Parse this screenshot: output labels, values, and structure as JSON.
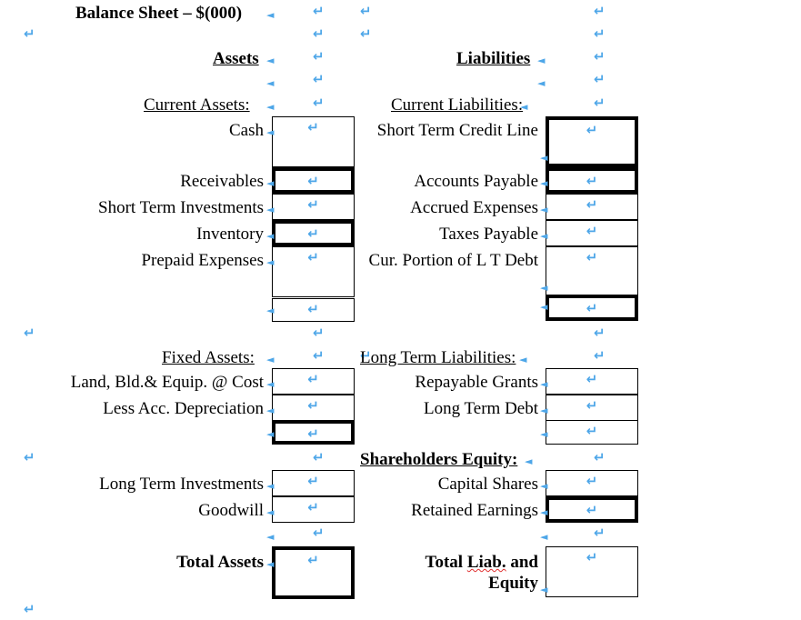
{
  "document": {
    "title": "Balance Sheet – $(000)",
    "formatting_marks_visible": true,
    "mark_color": "#4DA6E8",
    "spellcheck_color": "#e03030",
    "paragraph_mark": "↵",
    "tab_mark": "◄"
  },
  "headings": {
    "assets": "Assets",
    "liabilities": "Liabilities"
  },
  "sections": {
    "current_assets": "Current Assets:",
    "current_liabilities": "Current Liabilities:",
    "fixed_assets": "Fixed Assets:",
    "long_term_liabilities": "Long Term Liabilities:",
    "shareholders_equity": "Shareholders Equity:"
  },
  "assets": {
    "current": [
      {
        "label": "Cash",
        "value": "",
        "emphasis": "none"
      },
      {
        "label": "Receivables",
        "value": "",
        "emphasis": "thick"
      },
      {
        "label": "Short Term Investments",
        "value": "",
        "emphasis": "none"
      },
      {
        "label": "Inventory",
        "value": "",
        "emphasis": "thick"
      },
      {
        "label": "Prepaid Expenses",
        "value": "",
        "emphasis": "none"
      },
      {
        "label": "",
        "value": "",
        "emphasis": "none"
      }
    ],
    "fixed": [
      {
        "label": "Land, Bld.& Equip. @ Cost",
        "value": "",
        "emphasis": "none"
      },
      {
        "label": "Less Acc. Depreciation",
        "value": "",
        "emphasis": "none"
      },
      {
        "label": "",
        "value": "",
        "emphasis": "thick"
      }
    ],
    "other": [
      {
        "label": "Long Term Investments",
        "value": "",
        "emphasis": "none"
      },
      {
        "label": "Goodwill",
        "value": "",
        "emphasis": "none"
      }
    ],
    "total": {
      "label": "Total Assets",
      "value": "",
      "emphasis": "thick"
    }
  },
  "liabilities": {
    "current": [
      {
        "label": "Short Term Credit Line",
        "value": "",
        "emphasis": "thick"
      },
      {
        "label": "Accounts Payable",
        "value": "",
        "emphasis": "thick"
      },
      {
        "label": "Accrued Expenses",
        "value": "",
        "emphasis": "none"
      },
      {
        "label": "Taxes Payable",
        "value": "",
        "emphasis": "none"
      },
      {
        "label": "Cur. Portion of L T Debt",
        "value": "",
        "emphasis": "none"
      },
      {
        "label": "",
        "value": "",
        "emphasis": "thick"
      }
    ],
    "long_term": [
      {
        "label": "Repayable Grants",
        "value": "",
        "emphasis": "none"
      },
      {
        "label": "Long Term Debt",
        "value": "",
        "emphasis": "none"
      },
      {
        "label": "",
        "value": "",
        "emphasis": "none"
      }
    ],
    "equity": [
      {
        "label": "Capital Shares",
        "value": "",
        "emphasis": "none"
      },
      {
        "label": "Retained Earnings",
        "value": "",
        "emphasis": "thick"
      }
    ],
    "total": {
      "label_line1": "Total Liab. and",
      "label_line2": "Equity",
      "misspelled_word": "Liab.",
      "value": "",
      "emphasis": "none"
    }
  }
}
